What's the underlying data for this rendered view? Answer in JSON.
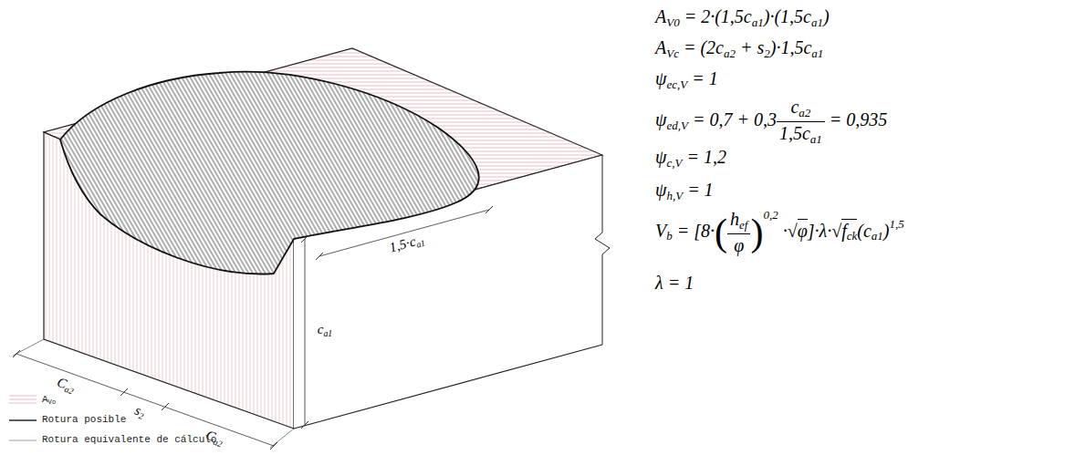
{
  "diagram": {
    "labels": [
      "C",
      "a2",
      "s",
      "2",
      "C",
      "a2",
      "c",
      "a1",
      "1,5·c",
      "a1",
      "Vo",
      "A",
      "V0",
      " = 2·(1,5c",
      "a1",
      ")·(1,5c",
      "a1",
      ")",
      "A",
      "Vc",
      " = (2c",
      "a2",
      " + s",
      "2",
      ")·1,5c",
      "a1",
      "ψ",
      "ec,V",
      " = 1",
      "ψ",
      "ed,V",
      " = 0,7 + 0,3",
      "c",
      "a2",
      "1,5c",
      "a1",
      " = 0,935",
      "ψ",
      "c,V",
      " = 1,2",
      "ψ",
      "h,V",
      " = 1",
      "V",
      "b",
      " = [8·",
      "(",
      "h",
      "ef",
      "φ",
      ")",
      "0,2",
      " ·√",
      "φ",
      "]·λ·√",
      "f",
      "ck",
      "(c",
      "a1",
      ")",
      "1,5",
      "λ = 1"
    ],
    "legend": [
      {
        "text": "A"
      },
      {
        "text": "Rotura posible"
      },
      {
        "text": "Rotura equivalente de cálculo"
      }
    ]
  }
}
